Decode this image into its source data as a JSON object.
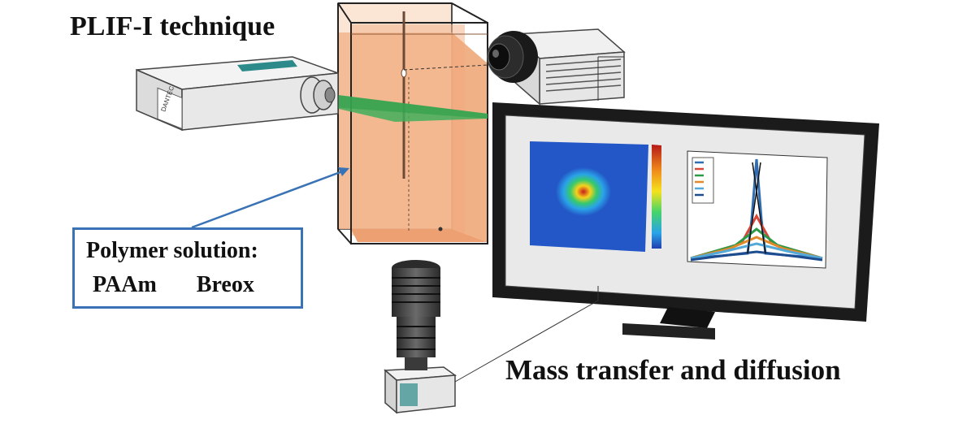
{
  "labels": {
    "technique_title": "PLIF-I technique",
    "polymer_line1": "Polymer solution:",
    "polymer_a": "PAAm",
    "polymer_b": "Breox",
    "result_title": "Mass transfer and diffusion",
    "laser_brand": "DANTEC"
  },
  "colors": {
    "fluid": "#f3b58c",
    "laser_sheet": "#3fae5a",
    "callout_border": "#3a73b5",
    "monitor_body": "#1b1b1b"
  },
  "icons": [
    "laser-device-icon",
    "camera-top-icon",
    "camera-bottom-icon",
    "monitor-icon"
  ],
  "screen_plot_curves": [
    "#2f6db5",
    "#d9473a",
    "#2e9a48",
    "#e08a2c",
    "#53a9d8",
    "#1e4d8f"
  ]
}
